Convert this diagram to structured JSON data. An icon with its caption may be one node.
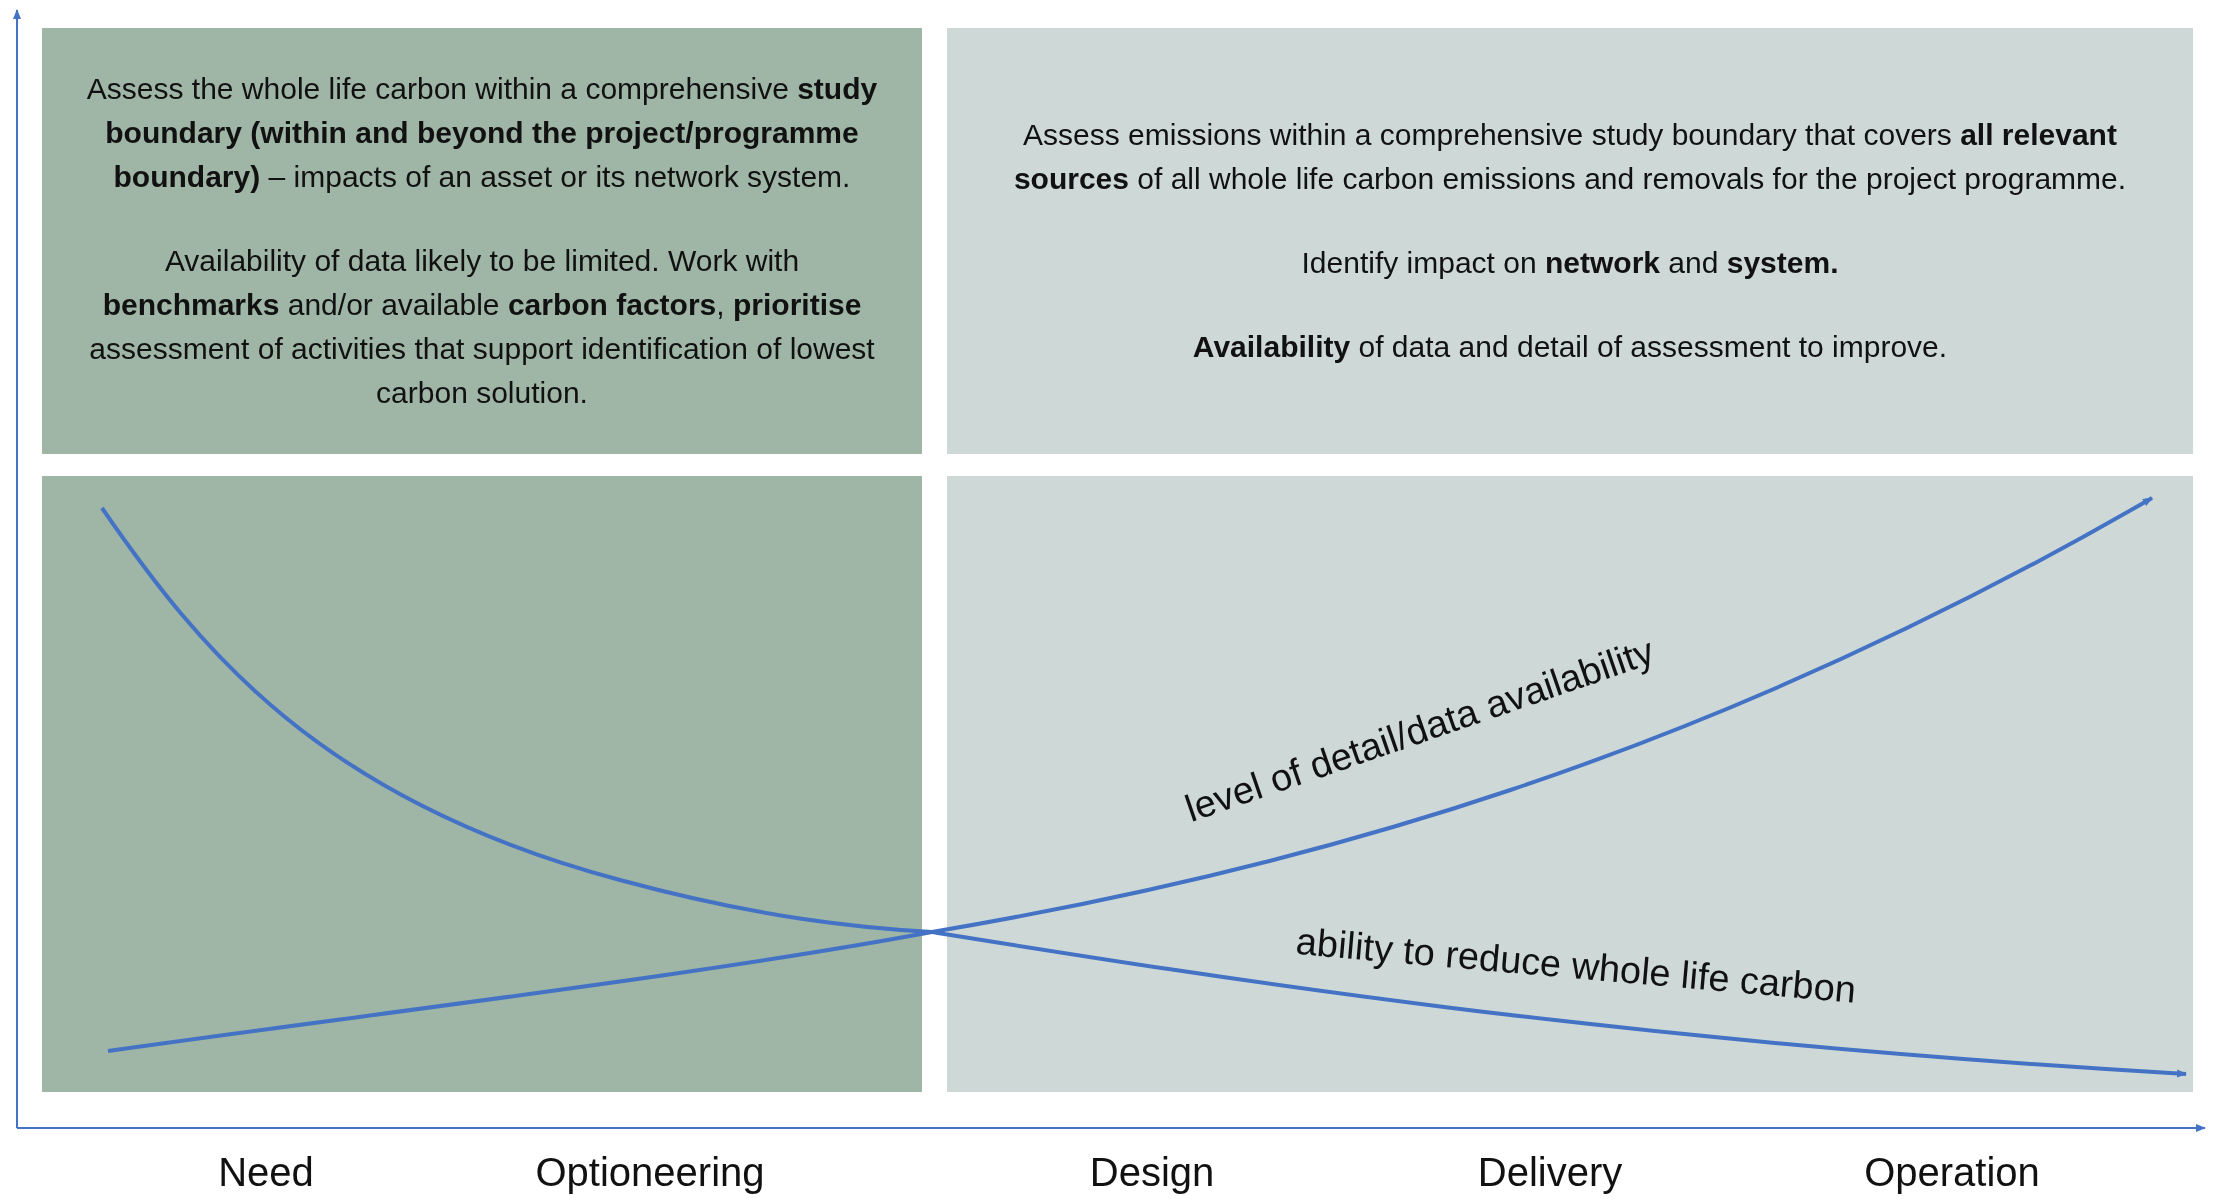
{
  "diagram": {
    "nodes": [
      {
        "text": [
          "Assess the whole life carbon within a comprehensive **study boundary (within and beyond the project/programme boundary)** – impacts of an asset or its network system.",
          "Availability of data likely to be limited. Work with **benchmarks** and/or available **carbon factors**, **prioritise** assessment of activities that support identification of lowest carbon solution."
        ]
      },
      {
        "text": [
          "Assess emissions within a comprehensive study boundary that covers **all relevant sources** of all whole life carbon emissions and removals for the project programme.",
          "Identify impact on **network** and **system.**",
          "**Availability** of data and detail of assessment to improve."
        ]
      }
    ],
    "edges": [],
    "labels": [
      "level of detail/data availability",
      "ability to reduce whole life carbon",
      "Need",
      "Optioneering",
      "Design",
      "Delivery",
      "Operation"
    ]
  }
}
